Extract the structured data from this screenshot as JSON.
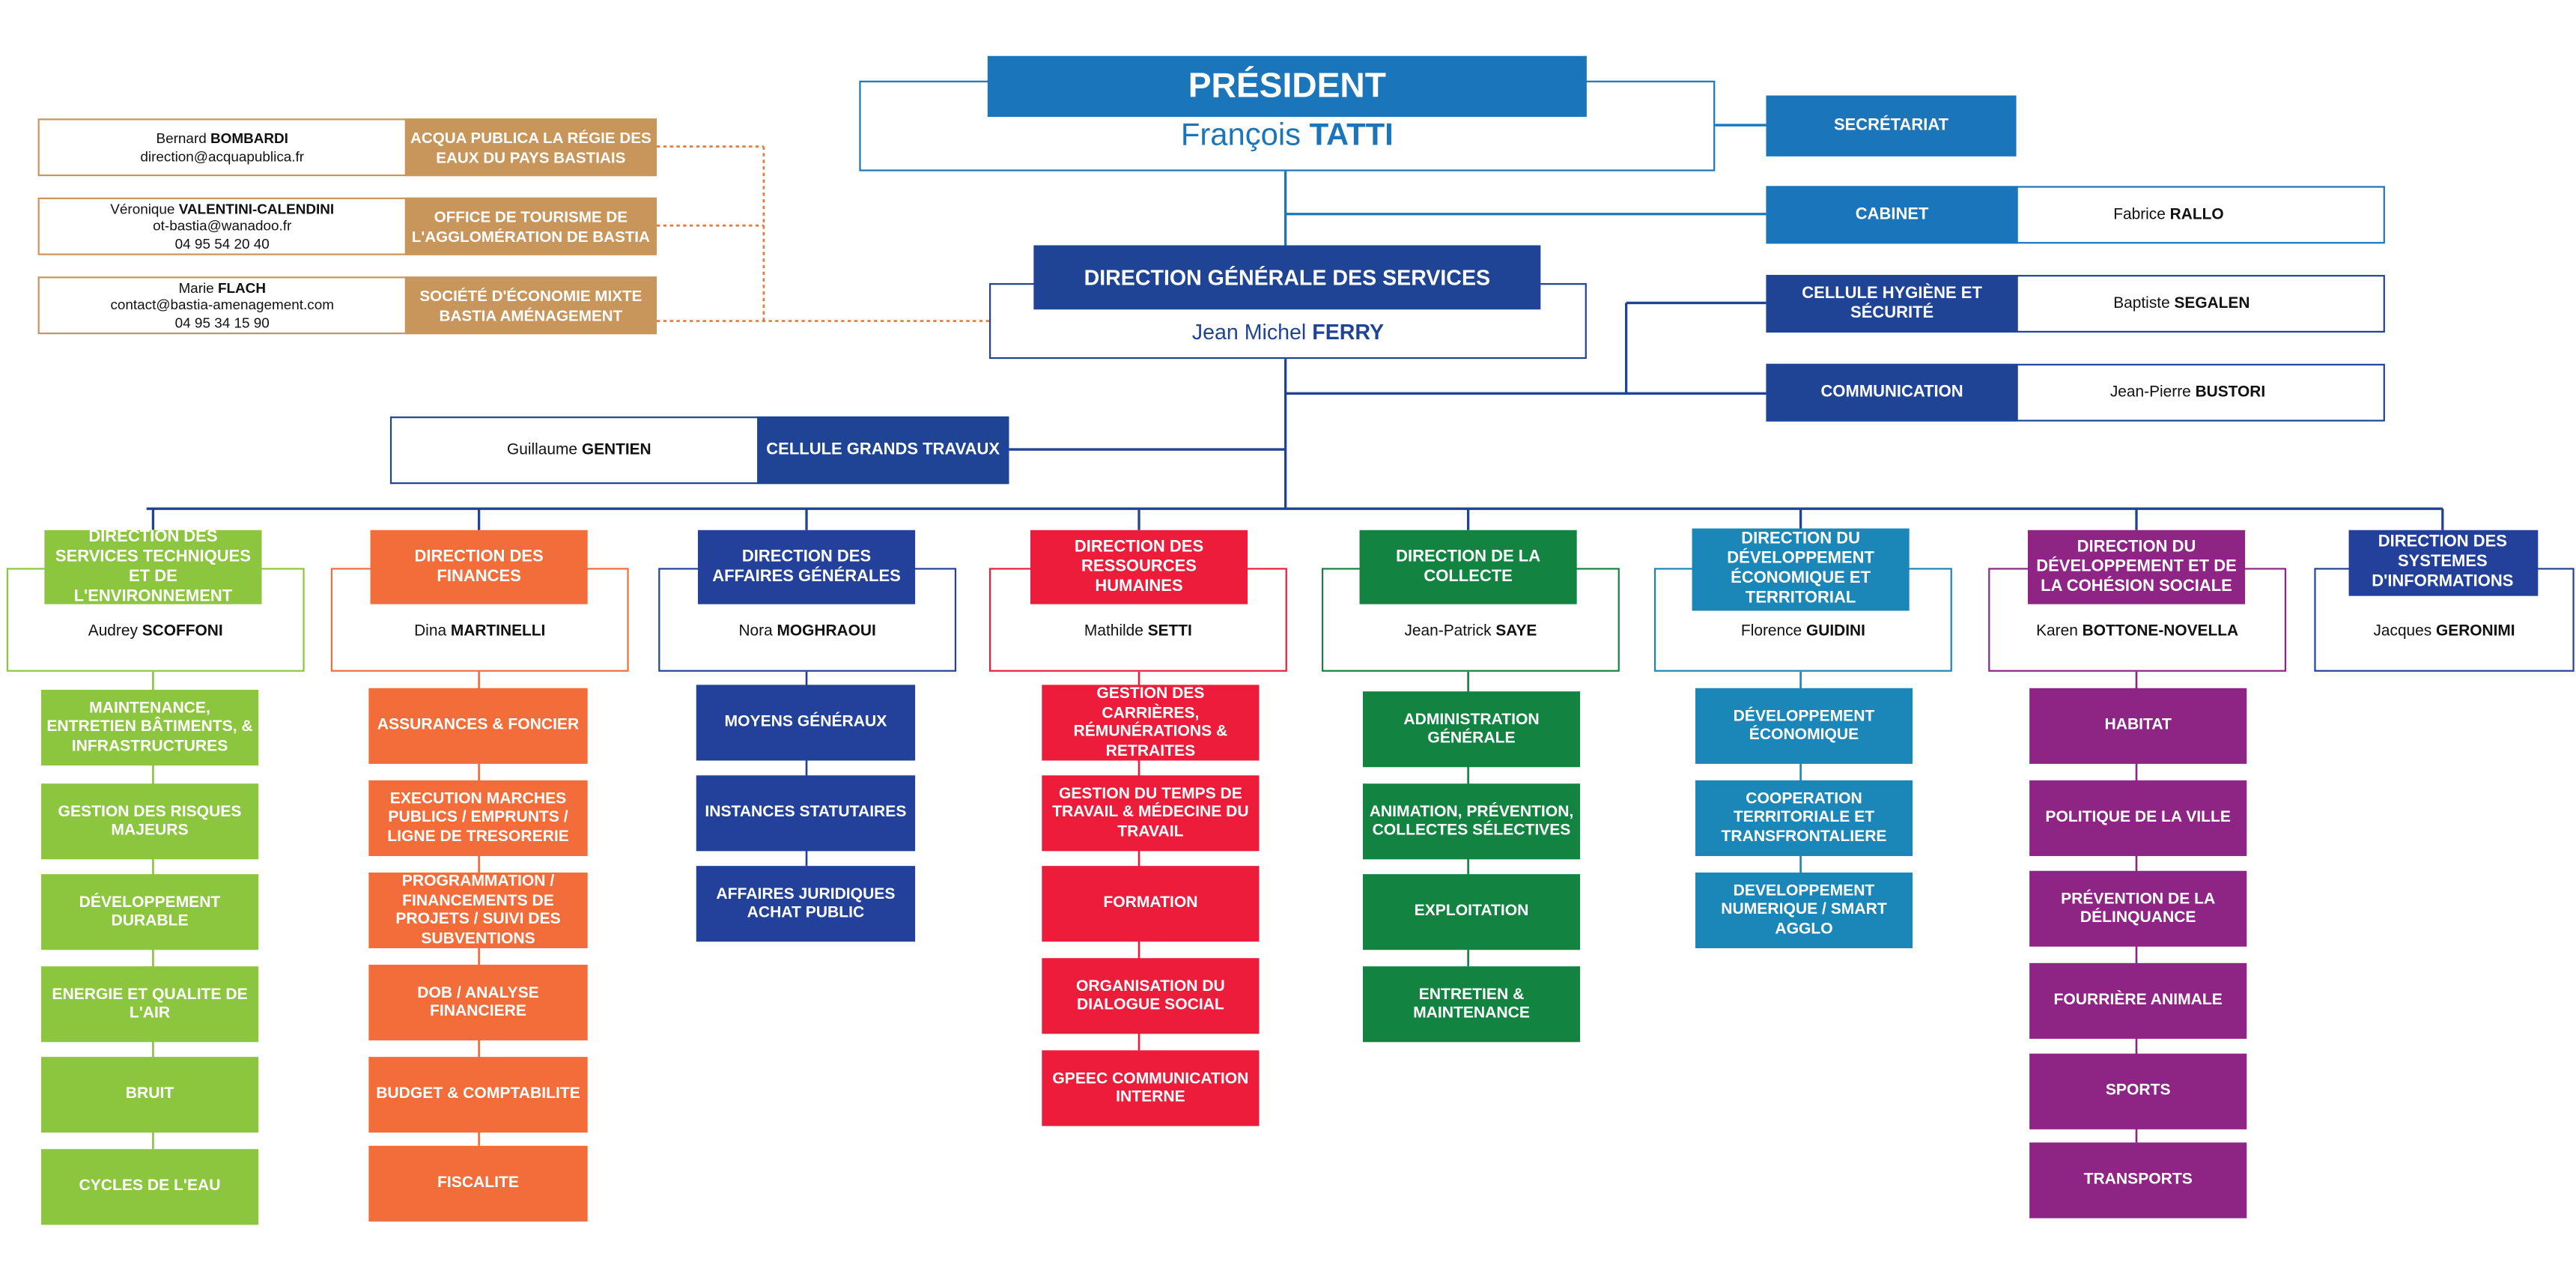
{
  "colors": {
    "president": "#1b75bb",
    "dgs": "#1f4496",
    "staff_light": "#1b75bb",
    "staff_dark": "#1f4496",
    "entity": "#c8955b",
    "green_light": "#8cc63f",
    "orange": "#f26d3a",
    "navy": "#23419a",
    "red": "#ed1c3a",
    "green_dark": "#128340",
    "teal": "#1b86b8",
    "purple": "#8e2483"
  },
  "president": {
    "title": "PRÉSIDENT",
    "first": "François",
    "last": "TATTI"
  },
  "dgs": {
    "title": "DIRECTION GÉNÉRALE DES SERVICES",
    "first": "Jean Michel",
    "last": "FERRY"
  },
  "staff": [
    {
      "label": "SECRÉTARIAT"
    },
    {
      "label": "CABINET",
      "first": "Fabrice",
      "last": "RALLO"
    },
    {
      "label": "CELLULE HYGIÈNE ET SÉCURITÉ",
      "first": "Baptiste",
      "last": "SEGALEN"
    },
    {
      "label": "COMMUNICATION",
      "first": "Jean-Pierre",
      "last": "BUSTORI"
    }
  ],
  "grands_travaux": {
    "label": "CELLULE GRANDS TRAVAUX",
    "first": "Guillaume",
    "last": "GENTIEN"
  },
  "entities": [
    {
      "first": "Bernard",
      "last": "BOMBARDI",
      "line2": "direction@acquapublica.fr",
      "line3": "",
      "label": "ACQUA PUBLICA LA RÉGIE DES EAUX DU PAYS BASTIAIS"
    },
    {
      "first": "Véronique",
      "last": "VALENTINI-CALENDINI",
      "line2": "ot-bastia@wanadoo.fr",
      "line3": "04 95 54 20 40",
      "label": "OFFICE DE TOURISME DE L'AGGLOMÉRATION DE BASTIA"
    },
    {
      "first": "Marie",
      "last": "FLACH",
      "line2": "contact@bastia-amenagement.com",
      "line3": "04 95 34 15 90",
      "label": "SOCIÉTÉ D'ÉCONOMIE MIXTE BASTIA AMÉNAGEMENT"
    }
  ],
  "directions": [
    {
      "title": "DIRECTION DES SERVICES TECHNIQUES ET DE L'ENVIRONNEMENT",
      "first": "Audrey",
      "last": "SCOFFONI",
      "services": [
        "MAINTENANCE, ENTRETIEN BÂTIMENTS, & INFRASTRUCTURES",
        "GESTION DES RISQUES MAJEURS",
        "DÉVELOPPEMENT DURABLE",
        "ENERGIE ET QUALITE DE L'AIR",
        "BRUIT",
        "CYCLES DE L'EAU"
      ]
    },
    {
      "title": "DIRECTION DES FINANCES",
      "first": "Dina",
      "last": "MARTINELLI",
      "services": [
        "ASSURANCES & FONCIER",
        "EXECUTION MARCHES PUBLICS / EMPRUNTS / LIGNE DE TRESORERIE",
        "PROGRAMMATION / FINANCEMENTS DE PROJETS / SUIVI DES SUBVENTIONS",
        "DOB / ANALYSE FINANCIERE",
        "BUDGET & COMPTABILITE",
        "FISCALITE"
      ]
    },
    {
      "title": "DIRECTION DES AFFAIRES GÉNÉRALES",
      "first": "Nora",
      "last": "MOGHRAOUI",
      "services": [
        "MOYENS GÉNÉRAUX",
        "INSTANCES STATUTAIRES",
        "AFFAIRES JURIDIQUES ACHAT PUBLIC"
      ]
    },
    {
      "title": "DIRECTION DES RESSOURCES HUMAINES",
      "first": "Mathilde",
      "last": "SETTI",
      "services": [
        "GESTION DES CARRIÈRES, RÉMUNÉRATIONS & RETRAITES",
        "GESTION DU TEMPS DE TRAVAIL & MÉDECINE DU TRAVAIL",
        "FORMATION",
        "ORGANISATION DU DIALOGUE SOCIAL",
        "GPEEC COMMUNICATION INTERNE"
      ]
    },
    {
      "title": "DIRECTION DE LA COLLECTE",
      "first": "Jean-Patrick",
      "last": "SAYE",
      "services": [
        "ADMINISTRATION GÉNÉRALE",
        "ANIMATION, PRÉVENTION, COLLECTES SÉLECTIVES",
        "EXPLOITATION",
        "ENTRETIEN & MAINTENANCE"
      ]
    },
    {
      "title": "DIRECTION DU DÉVELOPPEMENT ÉCONOMIQUE ET TERRITORIAL",
      "first": "Florence",
      "last": "GUIDINI",
      "services": [
        "DÉVELOPPEMENT ÉCONOMIQUE",
        "COOPERATION TERRITORIALE ET TRANSFRONTALIERE",
        "DEVELOPPEMENT NUMERIQUE / SMART AGGLO"
      ]
    },
    {
      "title": "DIRECTION DU DÉVELOPPEMENT ET DE LA COHÉSION SOCIALE",
      "first": "Karen",
      "last": "BOTTONE-NOVELLA",
      "services": [
        "HABITAT",
        "POLITIQUE DE LA VILLE",
        "PRÉVENTION DE LA DÉLINQUANCE",
        "FOURRIÈRE ANIMALE",
        "SPORTS",
        "TRANSPORTS"
      ]
    },
    {
      "title": "DIRECTION DES SYSTEMES D'INFORMATIONS",
      "first": "Jacques",
      "last": "GERONIMI",
      "services": []
    }
  ]
}
